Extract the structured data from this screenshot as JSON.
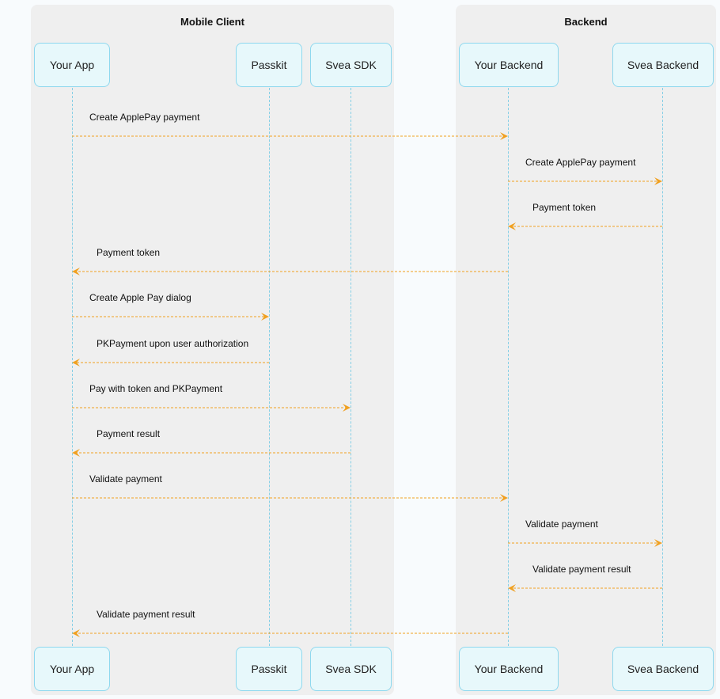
{
  "groups": [
    {
      "title": "Mobile Client"
    },
    {
      "title": "Backend"
    }
  ],
  "participants": [
    {
      "name": "Your App"
    },
    {
      "name": "Passkit"
    },
    {
      "name": "Svea SDK"
    },
    {
      "name": "Your Backend"
    },
    {
      "name": "Svea Backend"
    }
  ],
  "messages": [
    {
      "text": "Create ApplePay payment",
      "from": 0,
      "to": 3
    },
    {
      "text": "Create ApplePay payment",
      "from": 3,
      "to": 4
    },
    {
      "text": "Payment token",
      "from": 4,
      "to": 3
    },
    {
      "text": "Payment token",
      "from": 3,
      "to": 0
    },
    {
      "text": "Create Apple Pay dialog",
      "from": 0,
      "to": 1
    },
    {
      "text": "PKPayment upon user authorization",
      "from": 1,
      "to": 0
    },
    {
      "text": "Pay with token and PKPayment",
      "from": 0,
      "to": 2
    },
    {
      "text": "Payment result",
      "from": 2,
      "to": 0
    },
    {
      "text": "Validate payment",
      "from": 0,
      "to": 3
    },
    {
      "text": "Validate payment",
      "from": 3,
      "to": 4
    },
    {
      "text": "Validate payment result",
      "from": 4,
      "to": 3
    },
    {
      "text": "Validate payment result",
      "from": 3,
      "to": 0
    }
  ],
  "colors": {
    "arrow": "#f0a020",
    "lifeline": "#86cfe6",
    "participant_fill": "#e7f8fb",
    "participant_border": "#8ed8ee",
    "group_fill": "#efefef"
  }
}
